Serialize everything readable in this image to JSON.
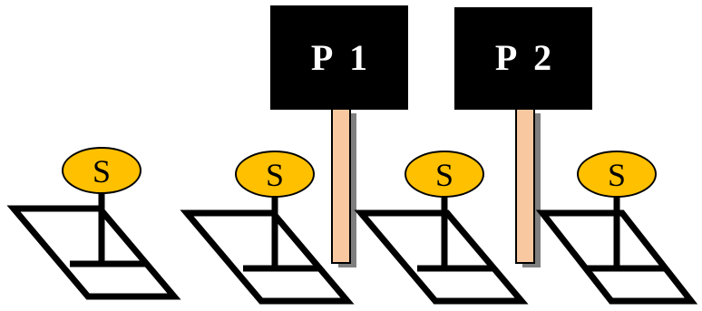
{
  "stations": [
    {
      "label": "S"
    },
    {
      "label": "S"
    },
    {
      "label": "S"
    },
    {
      "label": "S"
    }
  ],
  "signs": [
    {
      "label": "P  1"
    },
    {
      "label": "P  2"
    }
  ],
  "colors": {
    "station_fill": "#ffc000",
    "station_stroke": "#000000",
    "frame_stroke": "#000000",
    "sign_fill": "#000000",
    "sign_text": "#ffffff",
    "post_fill": "#f8c8a0",
    "post_shadow": "#7f7f7f"
  }
}
